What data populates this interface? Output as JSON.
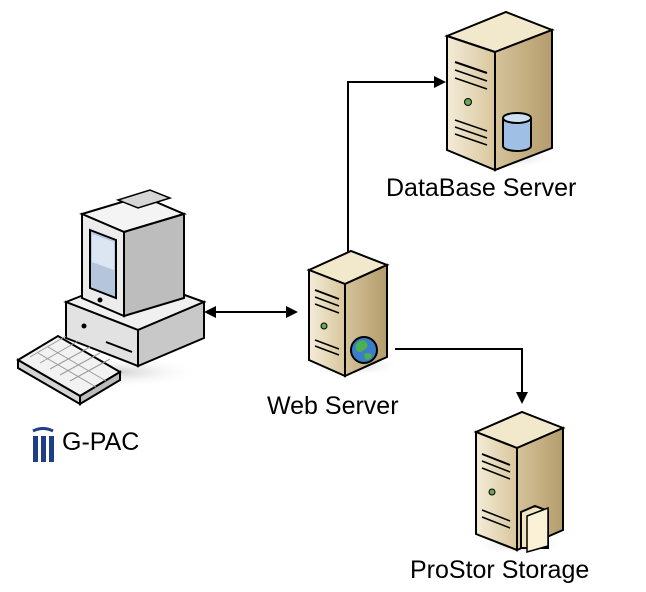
{
  "nodes": {
    "client": {
      "label": "G-PAC",
      "icon": "desktop-computer-icon",
      "logo_icon": "gpac-logo-icon"
    },
    "web_server": {
      "label": "Web Server",
      "icon": "web-server-icon",
      "badge_icon": "globe-icon"
    },
    "database_server": {
      "label": "DataBase Server",
      "icon": "database-server-icon",
      "badge_icon": "database-cylinder-icon"
    },
    "storage": {
      "label": "ProStor Storage",
      "icon": "storage-server-icon",
      "badge_icon": "folder-icon"
    }
  },
  "connections": [
    {
      "from": "client",
      "to": "web_server",
      "direction": "bidirectional"
    },
    {
      "from": "web_server",
      "to": "database_server",
      "direction": "forward"
    },
    {
      "from": "web_server",
      "to": "storage",
      "direction": "forward"
    }
  ],
  "colors": {
    "server_body": "#e4d6b4",
    "server_side": "#c9b68a",
    "outline": "#000000",
    "logo": "#1f3e8a",
    "db_cylinder": "#9fc0e4"
  }
}
